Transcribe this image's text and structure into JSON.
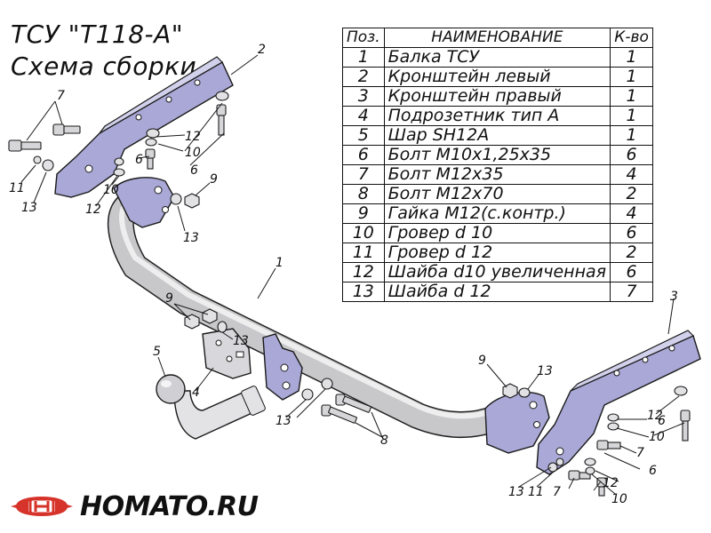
{
  "title": {
    "line1": "ТСУ \"Т118-А\"",
    "line2": "Схема сборки"
  },
  "table": {
    "headers": {
      "pos": "Поз.",
      "name": "НАИМЕНОВАНИЕ",
      "qty": "К-во"
    },
    "rows": [
      {
        "pos": "1",
        "name": "Балка ТСУ",
        "qty": "1"
      },
      {
        "pos": "2",
        "name": "Кронштейн левый",
        "qty": "1"
      },
      {
        "pos": "3",
        "name": "Кронштейн правый",
        "qty": "1"
      },
      {
        "pos": "4",
        "name": "Подрозетник тип А",
        "qty": "1"
      },
      {
        "pos": "5",
        "name": "Шар SH12A",
        "qty": "1"
      },
      {
        "pos": "6",
        "name": "Болт М10х1,25х35",
        "qty": "6"
      },
      {
        "pos": "7",
        "name": "Болт М12х35",
        "qty": "4"
      },
      {
        "pos": "8",
        "name": "Болт М12х70",
        "qty": "2"
      },
      {
        "pos": "9",
        "name": "Гайка М12(с.контр.)",
        "qty": "4"
      },
      {
        "pos": "10",
        "name": "Гровер d 10",
        "qty": "6"
      },
      {
        "pos": "11",
        "name": "Гровер d 12",
        "qty": "2"
      },
      {
        "pos": "12",
        "name": "Шайба d10 увеличенная",
        "qty": "6"
      },
      {
        "pos": "13",
        "name": "Шайба d 12",
        "qty": "7"
      }
    ]
  },
  "callouts": {
    "c1": "1",
    "c2": "2",
    "c3": "3",
    "c4": "4",
    "c5": "5",
    "c6a": "6",
    "c6b": "6",
    "c6c": "6",
    "c6d": "6",
    "c7a": "7",
    "c7b": "7",
    "c7c": "7",
    "c8": "8",
    "c9a": "9",
    "c9b": "9",
    "c9c": "9",
    "c10a": "10",
    "c10b": "10",
    "c10c": "10",
    "c10d": "10",
    "c11a": "11",
    "c11b": "11",
    "c12a": "12",
    "c12b": "12",
    "c12c": "12",
    "c12d": "12",
    "c13a": "13",
    "c13b": "13",
    "c13c": "13",
    "c13d": "13",
    "c13e": "13",
    "c13f": "13"
  },
  "logo": {
    "text": "HOMATO.RU"
  },
  "colors": {
    "plate": "#a9a8d6",
    "tube": "#c7c7c9",
    "line": "#1a1a1a",
    "logo_red": "#d6332a"
  }
}
